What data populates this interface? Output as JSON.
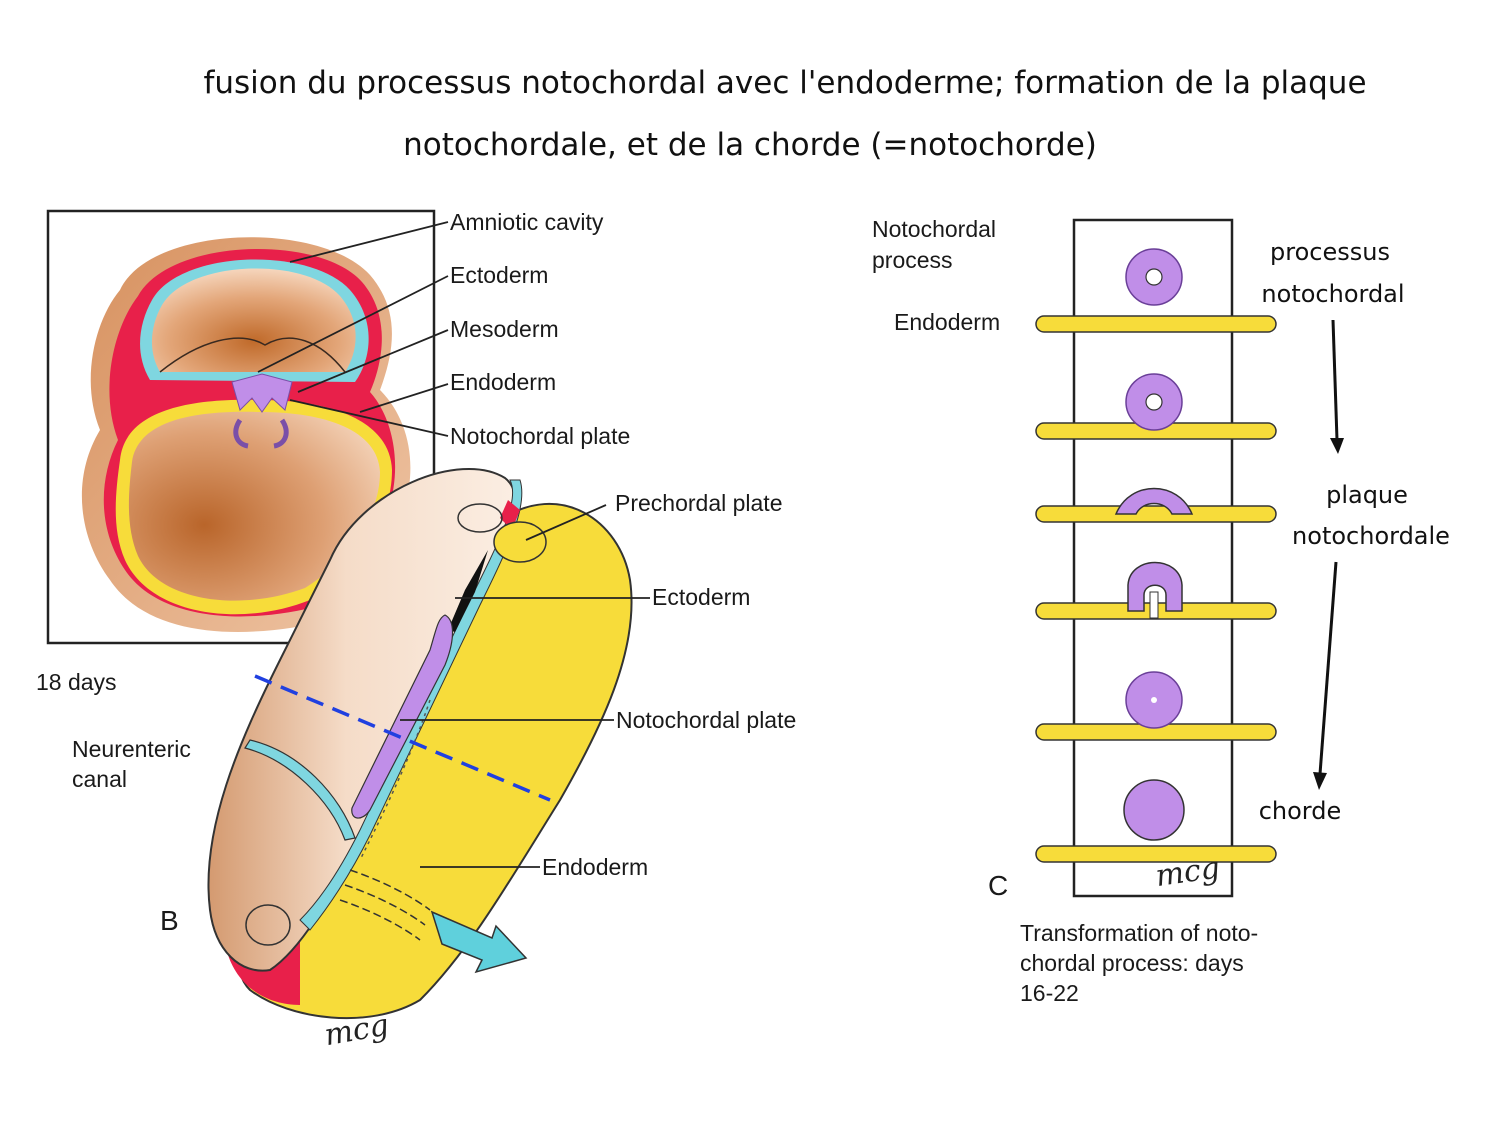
{
  "title": {
    "line1": "fusion du processus notochordal avec l'endoderme; formation de la plaque",
    "line2": "notochordale, et de la chorde (=notochorde)"
  },
  "figure_b": {
    "labels": {
      "amniotic_cavity": "Amniotic cavity",
      "ectoderm_top": "Ectoderm",
      "mesoderm": "Mesoderm",
      "endoderm_top": "Endoderm",
      "notochordal_plate_top": "Notochordal plate",
      "prechordal_plate": "Prechordal plate",
      "ectoderm_mid": "Ectoderm",
      "notochordal_plate_mid": "Notochordal plate",
      "endoderm_bottom": "Endoderm",
      "days": "18 days",
      "neurenteric_line1": "Neurenteric",
      "neurenteric_line2": "canal",
      "panel_letter": "B",
      "signature": "mcg"
    }
  },
  "figure_c": {
    "labels": {
      "notochordal_line1": "Notochordal",
      "notochordal_line2": "process",
      "endoderm": "Endoderm",
      "panel_letter": "C",
      "signature": "mcg",
      "caption_line1": "Transformation of noto-",
      "caption_line2": "chordal process: days",
      "caption_line3": "16-22"
    },
    "french_annotations": {
      "processus_line1": "processus",
      "processus_line2": "notochordal",
      "plaque_line1": "plaque",
      "plaque_line2": "notochordale",
      "chorde": "chorde"
    }
  },
  "colors": {
    "ectoderm": "#7fd6e0",
    "mesoderm": "#e8204a",
    "endoderm": "#f7dc3a",
    "notochord": "#c08ee8",
    "arrow": "#5fd0dc",
    "cut_line": "#2040e0"
  }
}
